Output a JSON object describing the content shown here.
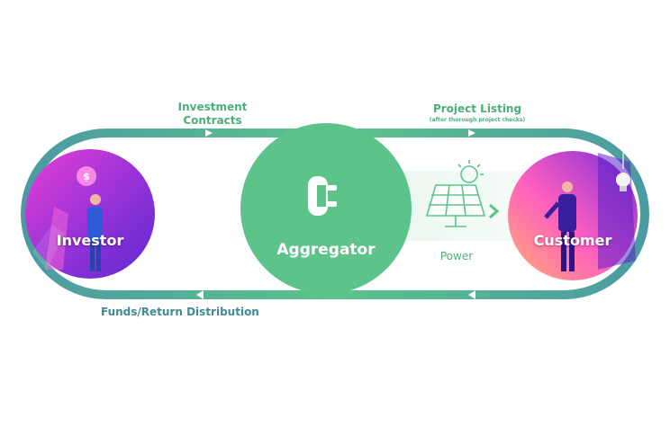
{
  "labels": {
    "investment_contracts_line1": "Investment",
    "investment_contracts_line2": "Contracts",
    "project_listing": "Project Listing",
    "project_listing_note": "(after thorough project checks)",
    "funds_distribution": "Funds/Return Distribution",
    "power": "Power",
    "investor": "Investor",
    "customer": "Customer",
    "aggregator": "Aggregator"
  },
  "icons": {
    "aggregator": "plug-icon",
    "power": "solar-panel-icon",
    "investor_badge": "dollar-coin-icon",
    "customer_light": "light-bulb-icon"
  },
  "colors": {
    "green": "#5cc48a",
    "teal": "#3f8a95",
    "magenta": "#d93fd0",
    "purple": "#6b2bd6",
    "orange": "#ffb071"
  }
}
